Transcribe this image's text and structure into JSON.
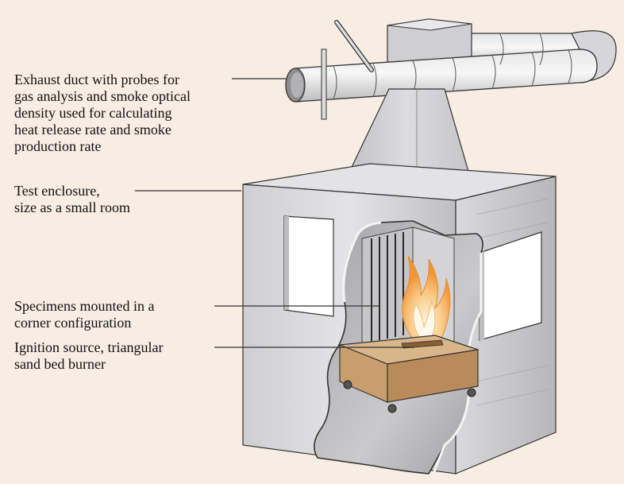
{
  "labels": {
    "exhaust": [
      "Exhaust duct with probes for",
      "gas analysis and smoke optical",
      "density used for calculating",
      "heat release rate and smoke",
      "production rate"
    ],
    "enclosure": [
      "Test enclosure,",
      "size as a small room"
    ],
    "specimens": [
      "Specimens mounted in a",
      "corner configuration"
    ],
    "ignition": [
      "Ignition source, triangular",
      "sand bed burner"
    ]
  },
  "colors": {
    "background": "#f7ede2",
    "metal": "#c9c9cb",
    "metal_dark": "#a9a9ab",
    "interior": "#bdbdbf",
    "window": "#ffffff",
    "burner_top": "#d7b48a",
    "burner_side": "#b98b5b",
    "flame": "#f3a24a",
    "leader": "#333333"
  }
}
